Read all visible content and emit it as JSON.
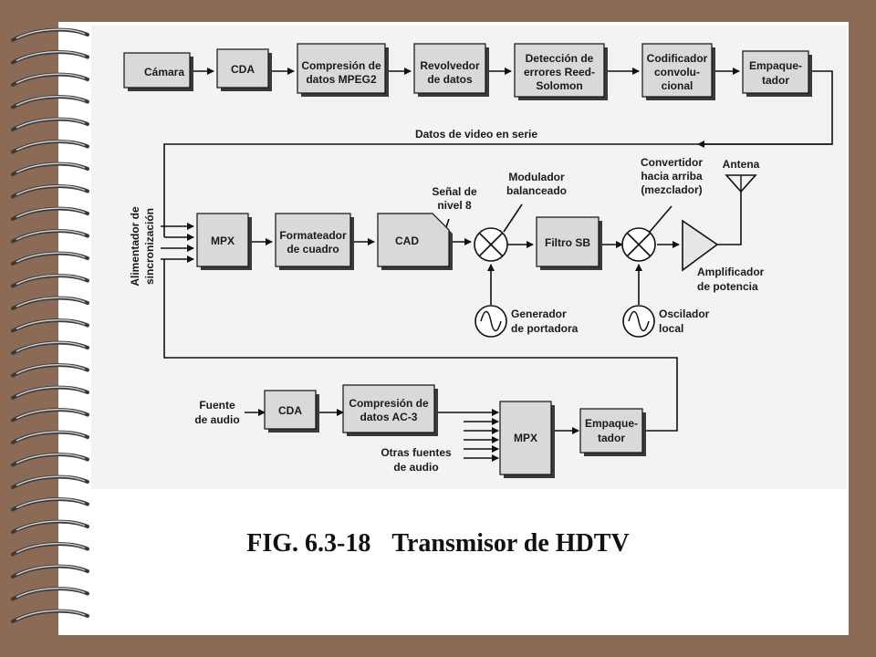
{
  "blocks": {
    "camara": "Cámara",
    "cda_video": "CDA",
    "mpeg2": [
      "Compresión de",
      "datos MPEG2"
    ],
    "revolvedor": [
      "Revolvedor",
      "de datos"
    ],
    "reed_solomon": [
      "Detección de",
      "errores Reed-",
      "Solomon"
    ],
    "codificador": [
      "Codificador",
      "convolu-",
      "cional"
    ],
    "empaquetador_video": [
      "Empaque-",
      "tador"
    ],
    "mpx_video": "MPX",
    "formateador": [
      "Formateador",
      "de cuadro"
    ],
    "cad": "CAD",
    "filtro_sb": "Filtro SB",
    "cda_audio": "CDA",
    "ac3": [
      "Compresión de",
      "datos AC-3"
    ],
    "mpx_audio": "MPX",
    "empaquetador_audio": [
      "Empaque-",
      "tador"
    ]
  },
  "labels": {
    "datos_video_serie": "Datos de video en serie",
    "alimentador": [
      "Alimentador de",
      "sincronización"
    ],
    "senal_nivel": [
      "Señal de",
      "nivel 8"
    ],
    "modulador": [
      "Modulador",
      "balanceado"
    ],
    "convertidor": [
      "Convertidor",
      "hacia arriba",
      "(mezclador)"
    ],
    "antena": "Antena",
    "amplificador": [
      "Amplificador",
      "de potencia"
    ],
    "generador": [
      "Generador",
      "de portadora"
    ],
    "oscilador": [
      "Oscilador",
      "local"
    ],
    "fuente_audio": [
      "Fuente",
      "de audio"
    ],
    "otras_fuentes": [
      "Otras fuentes",
      "de audio"
    ]
  },
  "caption": {
    "fig": "FIG. 6.3-18",
    "title": "Transmisor de HDTV"
  }
}
